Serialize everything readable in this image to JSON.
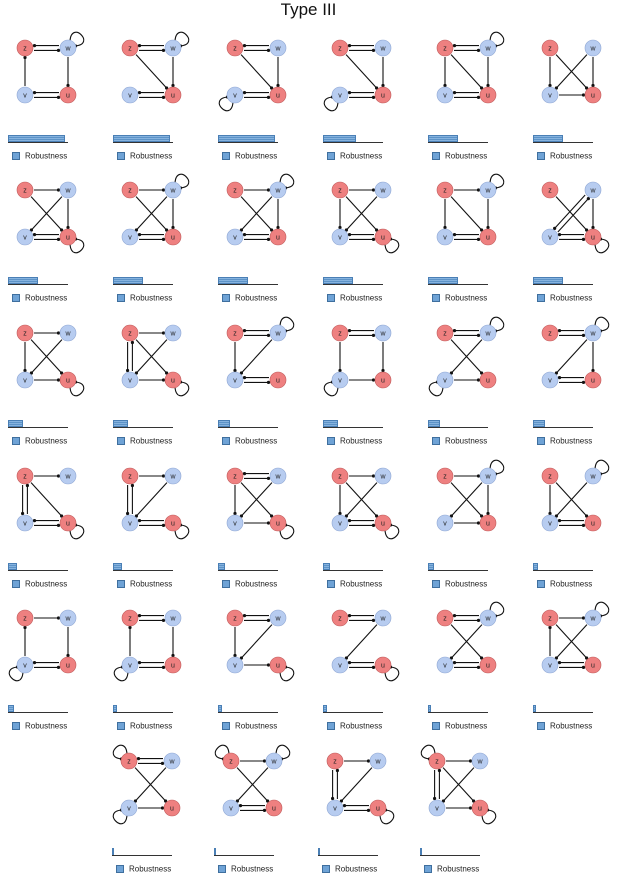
{
  "title": "Type III",
  "legend_label": "Robustness",
  "colors": {
    "red_node": "#ee8080",
    "blue_node": "#b7ccf0",
    "edge": "#111111",
    "bar": "#6fa3d6"
  },
  "node_labels": {
    "z": "z",
    "w": "w",
    "v": "v",
    "u": "u"
  },
  "motifs": [
    {
      "robustness": 0.95,
      "red": [
        "z",
        "u"
      ],
      "loops": [
        "w"
      ],
      "edges": [
        [
          "z",
          "w"
        ],
        [
          "w",
          "z"
        ],
        [
          "v",
          "u"
        ],
        [
          "u",
          "v"
        ],
        [
          "w",
          "u"
        ],
        [
          "v",
          "z"
        ]
      ]
    },
    {
      "robustness": 0.95,
      "red": [
        "z",
        "u"
      ],
      "loops": [
        "w"
      ],
      "edges": [
        [
          "z",
          "w"
        ],
        [
          "w",
          "z"
        ],
        [
          "v",
          "u"
        ],
        [
          "u",
          "v"
        ],
        [
          "w",
          "u"
        ],
        [
          "z",
          "u"
        ]
      ]
    },
    {
      "robustness": 0.95,
      "red": [
        "z",
        "u"
      ],
      "loops": [
        "v"
      ],
      "edges": [
        [
          "z",
          "w"
        ],
        [
          "w",
          "z"
        ],
        [
          "v",
          "u"
        ],
        [
          "u",
          "v"
        ],
        [
          "w",
          "u"
        ],
        [
          "z",
          "u"
        ]
      ]
    },
    {
      "robustness": 0.55,
      "red": [
        "z",
        "u"
      ],
      "loops": [
        "v"
      ],
      "edges": [
        [
          "z",
          "w"
        ],
        [
          "w",
          "z"
        ],
        [
          "v",
          "u"
        ],
        [
          "u",
          "v"
        ],
        [
          "w",
          "u"
        ],
        [
          "z",
          "u"
        ]
      ]
    },
    {
      "robustness": 0.5,
      "red": [
        "z",
        "u"
      ],
      "loops": [
        "w"
      ],
      "edges": [
        [
          "z",
          "w"
        ],
        [
          "w",
          "z"
        ],
        [
          "v",
          "u"
        ],
        [
          "u",
          "v"
        ],
        [
          "w",
          "u"
        ],
        [
          "z",
          "v"
        ],
        [
          "z",
          "u"
        ]
      ]
    },
    {
      "robustness": 0.5,
      "red": [
        "z",
        "u"
      ],
      "loops": [],
      "edges": [
        [
          "z",
          "v"
        ],
        [
          "z",
          "u"
        ],
        [
          "w",
          "v"
        ],
        [
          "v",
          "u"
        ],
        [
          "w",
          "u"
        ]
      ]
    },
    {
      "robustness": 0.5,
      "red": [
        "z",
        "u"
      ],
      "loops": [
        "u"
      ],
      "edges": [
        [
          "z",
          "w"
        ],
        [
          "z",
          "u"
        ],
        [
          "w",
          "v"
        ],
        [
          "v",
          "u"
        ],
        [
          "u",
          "v"
        ],
        [
          "w",
          "u"
        ]
      ]
    },
    {
      "robustness": 0.5,
      "red": [
        "z",
        "u"
      ],
      "loops": [
        "w"
      ],
      "edges": [
        [
          "z",
          "w"
        ],
        [
          "z",
          "u"
        ],
        [
          "w",
          "v"
        ],
        [
          "v",
          "u"
        ],
        [
          "u",
          "v"
        ],
        [
          "w",
          "u"
        ]
      ]
    },
    {
      "robustness": 0.5,
      "red": [
        "z",
        "u"
      ],
      "loops": [
        "w"
      ],
      "edges": [
        [
          "z",
          "w"
        ],
        [
          "z",
          "u"
        ],
        [
          "w",
          "u"
        ],
        [
          "v",
          "u"
        ],
        [
          "u",
          "v"
        ],
        [
          "w",
          "v"
        ]
      ]
    },
    {
      "robustness": 0.5,
      "red": [
        "z",
        "u"
      ],
      "loops": [
        "u"
      ],
      "edges": [
        [
          "z",
          "w"
        ],
        [
          "z",
          "v"
        ],
        [
          "z",
          "u"
        ],
        [
          "v",
          "u"
        ],
        [
          "u",
          "v"
        ],
        [
          "w",
          "v"
        ]
      ]
    },
    {
      "robustness": 0.5,
      "red": [
        "z",
        "u"
      ],
      "loops": [
        "w"
      ],
      "edges": [
        [
          "z",
          "w"
        ],
        [
          "z",
          "v"
        ],
        [
          "w",
          "u"
        ],
        [
          "v",
          "u"
        ],
        [
          "u",
          "v"
        ],
        [
          "z",
          "u"
        ]
      ]
    },
    {
      "robustness": 0.5,
      "red": [
        "z",
        "u"
      ],
      "loops": [
        "u"
      ],
      "edges": [
        [
          "z",
          "u"
        ],
        [
          "w",
          "v"
        ],
        [
          "v",
          "u"
        ],
        [
          "u",
          "v"
        ],
        [
          "w",
          "u"
        ],
        [
          "v",
          "w"
        ]
      ]
    },
    {
      "robustness": 0.25,
      "red": [
        "z",
        "u"
      ],
      "loops": [
        "u"
      ],
      "edges": [
        [
          "z",
          "w"
        ],
        [
          "z",
          "u"
        ],
        [
          "w",
          "v"
        ],
        [
          "v",
          "u"
        ],
        [
          "z",
          "v"
        ]
      ]
    },
    {
      "robustness": 0.25,
      "red": [
        "z",
        "u"
      ],
      "loops": [
        "u"
      ],
      "edges": [
        [
          "z",
          "w"
        ],
        [
          "z",
          "u"
        ],
        [
          "w",
          "v"
        ],
        [
          "v",
          "u"
        ],
        [
          "z",
          "v"
        ],
        [
          "v",
          "z"
        ]
      ]
    },
    {
      "robustness": 0.2,
      "red": [
        "z",
        "u"
      ],
      "loops": [
        "w"
      ],
      "edges": [
        [
          "z",
          "w"
        ],
        [
          "w",
          "z"
        ],
        [
          "w",
          "v"
        ],
        [
          "v",
          "u"
        ],
        [
          "u",
          "v"
        ],
        [
          "z",
          "v"
        ]
      ]
    },
    {
      "robustness": 0.25,
      "red": [
        "z",
        "u"
      ],
      "loops": [
        "v"
      ],
      "edges": [
        [
          "z",
          "w"
        ],
        [
          "w",
          "z"
        ],
        [
          "w",
          "u"
        ],
        [
          "v",
          "u"
        ],
        [
          "z",
          "v"
        ]
      ]
    },
    {
      "robustness": 0.2,
      "red": [
        "z",
        "u"
      ],
      "loops": [
        "v",
        "w"
      ],
      "edges": [
        [
          "z",
          "w"
        ],
        [
          "w",
          "z"
        ],
        [
          "z",
          "u"
        ],
        [
          "w",
          "v"
        ],
        [
          "v",
          "u"
        ]
      ]
    },
    {
      "robustness": 0.2,
      "red": [
        "z",
        "u"
      ],
      "loops": [
        "w"
      ],
      "edges": [
        [
          "z",
          "w"
        ],
        [
          "w",
          "z"
        ],
        [
          "w",
          "u"
        ],
        [
          "v",
          "u"
        ],
        [
          "u",
          "v"
        ],
        [
          "w",
          "v"
        ]
      ]
    },
    {
      "robustness": 0.15,
      "red": [
        "z",
        "u"
      ],
      "loops": [
        "u"
      ],
      "edges": [
        [
          "z",
          "w"
        ],
        [
          "z",
          "u"
        ],
        [
          "z",
          "v"
        ],
        [
          "v",
          "z"
        ],
        [
          "v",
          "u"
        ],
        [
          "u",
          "v"
        ]
      ]
    },
    {
      "robustness": 0.15,
      "red": [
        "z",
        "u"
      ],
      "loops": [
        "u"
      ],
      "edges": [
        [
          "z",
          "w"
        ],
        [
          "z",
          "v"
        ],
        [
          "v",
          "z"
        ],
        [
          "v",
          "u"
        ],
        [
          "u",
          "v"
        ],
        [
          "w",
          "v"
        ]
      ]
    },
    {
      "robustness": 0.12,
      "red": [
        "z",
        "u"
      ],
      "loops": [
        "u"
      ],
      "edges": [
        [
          "z",
          "w"
        ],
        [
          "w",
          "z"
        ],
        [
          "z",
          "u"
        ],
        [
          "w",
          "v"
        ],
        [
          "v",
          "u"
        ],
        [
          "z",
          "v"
        ]
      ]
    },
    {
      "robustness": 0.12,
      "red": [
        "z",
        "u"
      ],
      "loops": [
        "u"
      ],
      "edges": [
        [
          "z",
          "w"
        ],
        [
          "z",
          "u"
        ],
        [
          "v",
          "u"
        ],
        [
          "u",
          "v"
        ],
        [
          "w",
          "v"
        ],
        [
          "z",
          "v"
        ]
      ]
    },
    {
      "robustness": 0.1,
      "red": [
        "z",
        "u"
      ],
      "loops": [
        "w"
      ],
      "edges": [
        [
          "z",
          "w"
        ],
        [
          "z",
          "u"
        ],
        [
          "w",
          "v"
        ],
        [
          "v",
          "u"
        ],
        [
          "w",
          "u"
        ]
      ]
    },
    {
      "robustness": 0.08,
      "red": [
        "z",
        "u"
      ],
      "loops": [
        "w"
      ],
      "edges": [
        [
          "z",
          "u"
        ],
        [
          "w",
          "v"
        ],
        [
          "v",
          "u"
        ],
        [
          "u",
          "v"
        ],
        [
          "z",
          "v"
        ]
      ]
    },
    {
      "robustness": 0.1,
      "red": [
        "z",
        "u"
      ],
      "loops": [
        "v"
      ],
      "edges": [
        [
          "z",
          "w"
        ],
        [
          "w",
          "u"
        ],
        [
          "v",
          "u"
        ],
        [
          "u",
          "v"
        ],
        [
          "v",
          "z"
        ]
      ]
    },
    {
      "robustness": 0.06,
      "red": [
        "z",
        "u"
      ],
      "loops": [
        "v"
      ],
      "edges": [
        [
          "z",
          "w"
        ],
        [
          "w",
          "z"
        ],
        [
          "w",
          "u"
        ],
        [
          "v",
          "u"
        ],
        [
          "u",
          "v"
        ],
        [
          "v",
          "z"
        ]
      ]
    },
    {
      "robustness": 0.06,
      "red": [
        "z",
        "u"
      ],
      "loops": [
        "u"
      ],
      "edges": [
        [
          "z",
          "w"
        ],
        [
          "w",
          "z"
        ],
        [
          "w",
          "v"
        ],
        [
          "v",
          "u"
        ],
        [
          "z",
          "v"
        ]
      ]
    },
    {
      "robustness": 0.06,
      "red": [
        "z",
        "u"
      ],
      "loops": [
        "u"
      ],
      "edges": [
        [
          "z",
          "w"
        ],
        [
          "w",
          "z"
        ],
        [
          "w",
          "v"
        ],
        [
          "v",
          "u"
        ],
        [
          "u",
          "v"
        ]
      ]
    },
    {
      "robustness": 0.05,
      "red": [
        "z",
        "u"
      ],
      "loops": [
        "w"
      ],
      "edges": [
        [
          "z",
          "w"
        ],
        [
          "w",
          "z"
        ],
        [
          "z",
          "u"
        ],
        [
          "w",
          "v"
        ],
        [
          "v",
          "u"
        ],
        [
          "u",
          "v"
        ]
      ]
    },
    {
      "robustness": 0.05,
      "red": [
        "z",
        "u"
      ],
      "loops": [
        "w"
      ],
      "edges": [
        [
          "z",
          "w"
        ],
        [
          "z",
          "u"
        ],
        [
          "w",
          "v"
        ],
        [
          "v",
          "u"
        ],
        [
          "u",
          "v"
        ],
        [
          "v",
          "z"
        ]
      ]
    },
    {
      "robustness": 0.04,
      "red": [
        "z",
        "u"
      ],
      "loops": [
        "z",
        "v"
      ],
      "edges": [
        [
          "z",
          "w"
        ],
        [
          "w",
          "z"
        ],
        [
          "z",
          "u"
        ],
        [
          "w",
          "v"
        ],
        [
          "v",
          "u"
        ]
      ]
    },
    {
      "robustness": 0.04,
      "red": [
        "z",
        "u"
      ],
      "loops": [
        "z",
        "w"
      ],
      "edges": [
        [
          "z",
          "w"
        ],
        [
          "z",
          "u"
        ],
        [
          "w",
          "v"
        ],
        [
          "v",
          "u"
        ],
        [
          "u",
          "v"
        ]
      ]
    },
    {
      "robustness": 0.03,
      "red": [
        "z",
        "u"
      ],
      "loops": [
        "u"
      ],
      "edges": [
        [
          "z",
          "w"
        ],
        [
          "z",
          "v"
        ],
        [
          "v",
          "z"
        ],
        [
          "v",
          "u"
        ],
        [
          "u",
          "v"
        ],
        [
          "w",
          "v"
        ]
      ]
    },
    {
      "robustness": 0.03,
      "red": [
        "z",
        "u"
      ],
      "loops": [
        "z",
        "u"
      ],
      "edges": [
        [
          "z",
          "w"
        ],
        [
          "z",
          "v"
        ],
        [
          "v",
          "z"
        ],
        [
          "v",
          "u"
        ],
        [
          "w",
          "v"
        ],
        [
          "z",
          "u"
        ]
      ]
    }
  ]
}
